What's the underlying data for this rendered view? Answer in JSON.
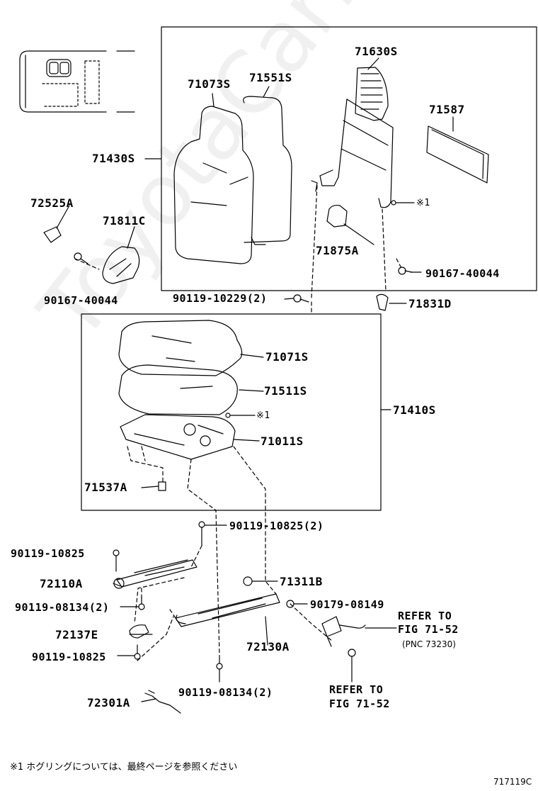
{
  "watermark": "ToyotaCarMine.ru",
  "figure_id": "717119C",
  "note": "※1 ホグリングについては、最終ページを参照ください",
  "marks": {
    "ref1": "※1",
    "ref2": "※1"
  },
  "refers": {
    "upper_line1": "REFER TO",
    "upper_line2": "FIG 71-52",
    "upper_pnc": "(PNC 73230)",
    "lower_line1": "REFER TO",
    "lower_line2": "FIG 71-52"
  },
  "parts": {
    "p71630S": "71630S",
    "p71073S": "71073S",
    "p71551S": "71551S",
    "p71587": "71587",
    "p71430S": "71430S",
    "p72525A": "72525A",
    "p71811C": "71811C",
    "p71875A": "71875A",
    "p90167_40044_r": "90167-40044",
    "p90167_40044_l": "90167-40044",
    "p90119_10229": "90119-10229(2)",
    "p71831D": "71831D",
    "p71071S": "71071S",
    "p71511S": "71511S",
    "p71410S": "71410S",
    "p71011S": "71011S",
    "p71537A": "71537A",
    "p90119_10825_2": "90119-10825(2)",
    "p90119_10825_a": "90119-10825",
    "p72110A": "72110A",
    "p71311B": "71311B",
    "p90119_08134_2a": "90119-08134(2)",
    "p90179_08149": "90179-08149",
    "p72137E": "72137E",
    "p72130A": "72130A",
    "p90119_10825_b": "90119-10825",
    "p90119_08134_2b": "90119-08134(2)",
    "p72301A": "72301A"
  }
}
